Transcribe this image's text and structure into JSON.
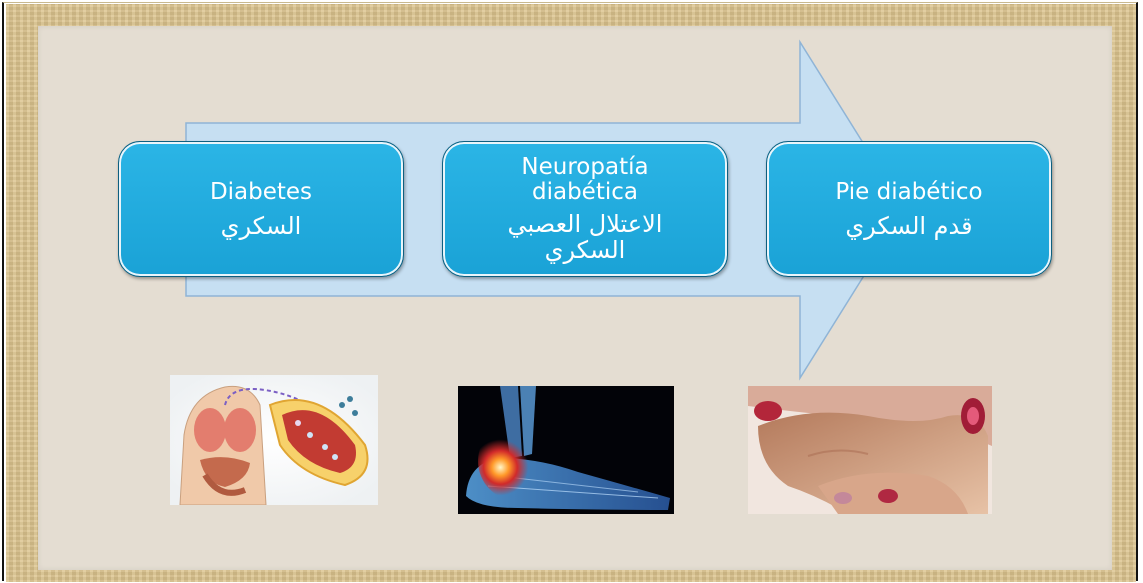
{
  "boxes": [
    {
      "spanish": "Diabetes",
      "arabic": "السكري"
    },
    {
      "spanish": "Neuropatía diabética",
      "arabic": "الاعتلال العصبي السكري"
    },
    {
      "spanish": "Pie diabético",
      "arabic": "قدم السكري"
    }
  ],
  "images": [
    {
      "icon": "anatomy-pancreas-illustration"
    },
    {
      "icon": "xray-foot-pain-illustration"
    },
    {
      "icon": "diabetic-foot-ulcer-photo"
    }
  ],
  "colors": {
    "box_fill": "#1eaadc",
    "arrow_fill": "#c6dff2",
    "slide_bg": "#e4ddd2",
    "frame": "#dcc48e"
  }
}
